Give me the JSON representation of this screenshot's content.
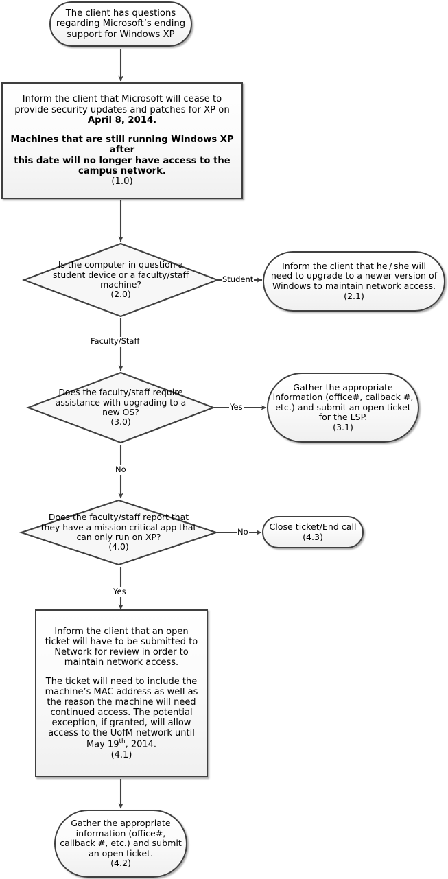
{
  "title": "Windows XP End of Support Support Flowchart",
  "nodes": [
    {
      "id": "start",
      "shape": "terminator",
      "lines": [
        "The client has questions",
        "regarding Microsoft’s ending",
        "support for Windows XP"
      ],
      "ref": ""
    },
    {
      "id": "1.0",
      "shape": "process",
      "lines": [
        "Inform the client that Microsoft will cease to",
        "provide security updates and patches for XP on"
      ],
      "bold_lines": [
        "April 8, 2014."
      ],
      "bold_block": [
        "Machines that are still running Windows XP after",
        "this date will no longer have access to the",
        "campus network."
      ],
      "ref": "(1.0)"
    },
    {
      "id": "2.0",
      "shape": "decision",
      "lines": [
        "Is the computer in question a",
        "student device or a faculty/staff",
        "machine?"
      ],
      "ref": "(2.0)"
    },
    {
      "id": "2.1",
      "shape": "terminator",
      "lines": [
        "Inform the client that he / she will",
        "need to upgrade to a newer version of",
        "Windows to maintain network access."
      ],
      "ref": "(2.1)"
    },
    {
      "id": "3.0",
      "shape": "decision",
      "lines": [
        "Does the faculty/staff require",
        "assistance with upgrading to a",
        "new OS?"
      ],
      "ref": "(3.0)"
    },
    {
      "id": "3.1",
      "shape": "terminator",
      "lines": [
        "Gather the appropriate",
        "information (office#, callback #,",
        "etc.) and submit an open ticket",
        "for the LSP."
      ],
      "ref": "(3.1)"
    },
    {
      "id": "4.0",
      "shape": "decision",
      "lines": [
        "Does the faculty/staff report that",
        "they have a mission critical app that",
        "can only run on XP?"
      ],
      "ref": "(4.0)"
    },
    {
      "id": "4.3",
      "shape": "terminator",
      "lines": [
        "Close ticket/End call"
      ],
      "ref": "(4.3)"
    },
    {
      "id": "4.1",
      "shape": "process",
      "lines": [
        "Inform the client that an open",
        "ticket will have to be submitted to",
        "Network for review in order to",
        "maintain network access."
      ],
      "block2": [
        "The ticket will need to include the",
        "machine’s MAC address as well as",
        "the reason the machine will need",
        "continued access.  The potential",
        "exception, if granted, will allow",
        "access to the UofM network until"
      ],
      "date_line": {
        "pre": "May 19",
        "sup": "th",
        "post": ", 2014."
      },
      "ref": "(4.1)"
    },
    {
      "id": "4.2",
      "shape": "terminator",
      "lines": [
        "Gather the appropriate",
        "information (office#,",
        "callback #, etc.) and submit",
        "an open ticket."
      ],
      "ref": "(4.2)"
    }
  ],
  "edge_labels": {
    "student": "Student",
    "faculty_staff": "Faculty/Staff",
    "yes_3": "Yes",
    "no_3": "No",
    "no_4": "No",
    "yes_4": "Yes"
  },
  "colors": {
    "node_border": "#3f3f3f",
    "node_fill_top": "#ffffff",
    "node_fill_bottom": "#f0f0f0",
    "edge_stroke": "#404040",
    "text": "#000000",
    "background": "#ffffff"
  }
}
